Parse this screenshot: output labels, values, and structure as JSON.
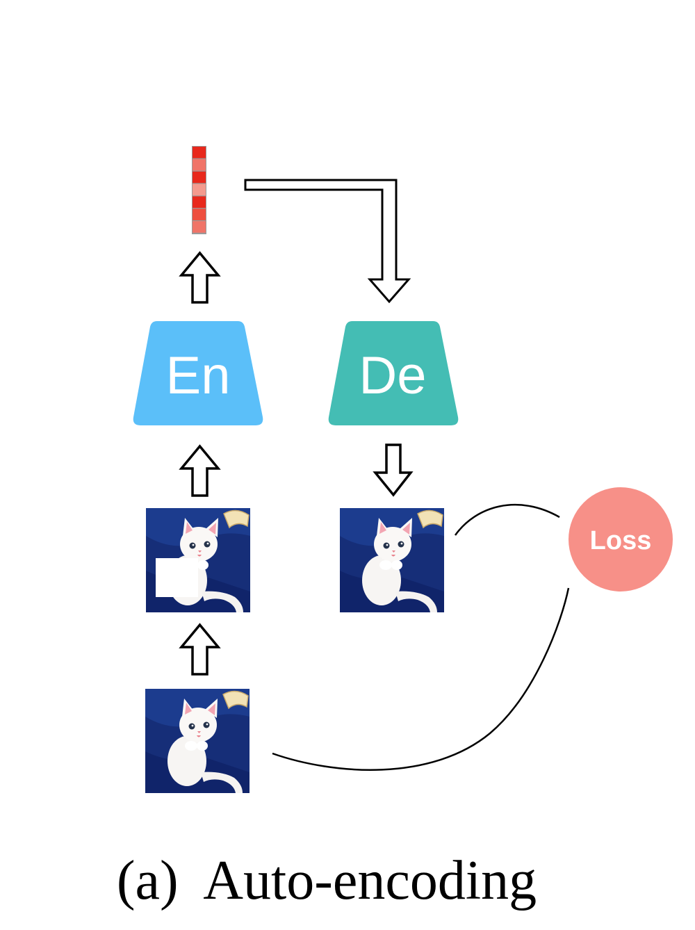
{
  "encoder": {
    "label": "En",
    "color": "#5bbff9"
  },
  "decoder": {
    "label": "De",
    "color": "#44bdb4"
  },
  "loss": {
    "label": "Loss",
    "color": "#f79088"
  },
  "latent_vector": {
    "cell_colors": [
      "#e8281c",
      "#f07468",
      "#e8281c",
      "#f49a8e",
      "#e8281c",
      "#ee4f3f",
      "#f07468"
    ]
  },
  "images": {
    "input": {
      "subject": "white kitten on blue background"
    },
    "masked_input": {
      "subject": "white kitten with white square mask"
    },
    "reconstruction": {
      "subject": "reconstructed white kitten"
    }
  },
  "caption": "(a)  Auto-encoding"
}
